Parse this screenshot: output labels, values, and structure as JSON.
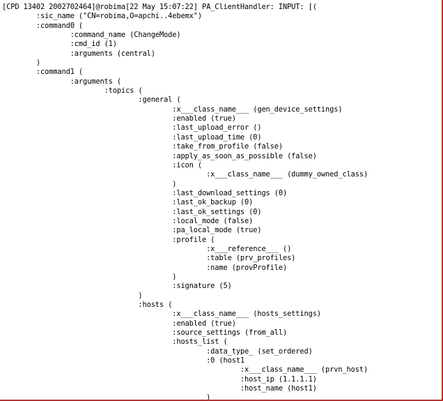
{
  "log": {
    "lines": [
      "[CPD 13402 2002702464]@robima[22 May 15:07:22] PA_ClientHandler: INPUT: [(",
      "        :sic_name (\"CN=robima,O=apchi..4ebemx\")",
      "        :command0 (",
      "                :command_name (ChangeMode)",
      "                :cmd_id (1)",
      "                :arguments (central)",
      "        )",
      "        :command1 (",
      "                :arguments (",
      "                        :topics (",
      "                                :general (",
      "                                        :x___class_name___ (gen_device_settings)",
      "                                        :enabled (true)",
      "                                        :last_upload_error ()",
      "                                        :last_upload_time (0)",
      "                                        :take_from_profile (false)",
      "                                        :apply_as_soon_as_possible (false)",
      "                                        :icon (",
      "                                                :x___class_name___ (dummy_owned_class)",
      "                                        )",
      "                                        :last_download_settings (0)",
      "                                        :last_ok_backup (0)",
      "                                        :last_ok_settings (0)",
      "                                        :local_mode (false)",
      "                                        :pa_local_mode (true)",
      "                                        :profile (",
      "                                                :x___reference___ ()",
      "                                                :table (prv_profiles)",
      "                                                :name (provProfile)",
      "                                        )",
      "                                        :signature (5)",
      "                                )",
      "                                :hosts (",
      "                                        :x___class_name___ (hosts_settings)",
      "                                        :enabled (true)",
      "                                        :source_settings (from_all)",
      "                                        :hosts_list (",
      "                                                :data_type_ (set_ordered)",
      "                                                :0 (host1",
      "                                                        :x___class_name___ (prvn_host)",
      "                                                        :host_ip (1.1.1.1)",
      "                                                        :host_name (host1)",
      "                                                )"
    ]
  },
  "colors": {
    "background": "#ffffff",
    "text": "#000000",
    "edge_accent": "#cc2b2b"
  }
}
